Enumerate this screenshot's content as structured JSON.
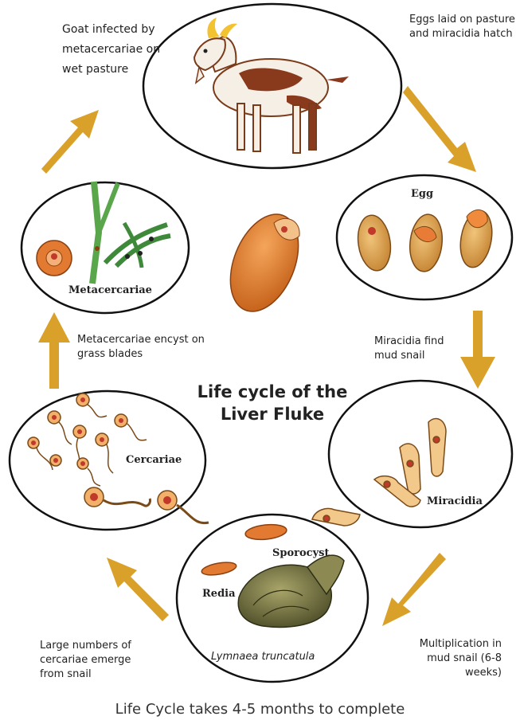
{
  "captions": {
    "goat_infected": "Goat infected by metacercariae on wet pasture",
    "eggs_laid": "Eggs laid on pasture and miracidia hatch",
    "miracidia_find": "Miracidia find mud snail",
    "multiplication": "Multiplication in mud snail (6-8 weeks)",
    "large_numbers": "Large numbers of cercariae emerge from snail",
    "metacercariae_encyst": "Metacercariae encyst on grass blades"
  },
  "labels": {
    "egg": "Egg",
    "miracidia": "Miracidia",
    "sporocyst": "Sporocyst",
    "redia": "Redia",
    "snail_species": "Lymnaea truncatula",
    "cercariae": "Cercariae",
    "metacercariae": "Metacercariae"
  },
  "title": {
    "line1": "Life cycle of the",
    "line2": "Liver Fluke"
  },
  "footer": "Life Cycle takes 4-5 months to complete",
  "colors": {
    "arrow": "#d9a02a",
    "organism": "#e08a3c",
    "outline": "#1a1a1a"
  }
}
